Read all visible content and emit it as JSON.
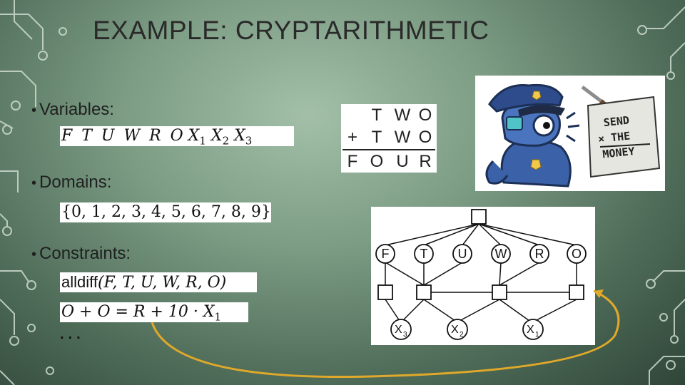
{
  "slide": {
    "title": "EXAMPLE: CRYPTARITHMETIC",
    "bullets": {
      "variables": "Variables:",
      "domains": "Domains:",
      "constraints": "Constraints:"
    },
    "variables_math": {
      "letters": "F T U W R O",
      "x1": "X",
      "x1_sub": "1",
      "x2": "X",
      "x2_sub": "2",
      "x3": "X",
      "x3_sub": "3"
    },
    "domains_math": "{0, 1, 2, 3, 4, 5, 6, 7, 8, 9}",
    "constraints_math": {
      "alldiff_fn": "alldiff",
      "alldiff_args": "(F, T, U, W, R, O)",
      "equation_main": "O + O = R + 10 · X",
      "equation_sub": "1",
      "ellipsis": "..."
    }
  },
  "puzzle": {
    "row1": [
      "",
      "T",
      "W",
      "O"
    ],
    "row2": [
      "+",
      "T",
      "W",
      "O"
    ],
    "row3": [
      "F",
      "O",
      "U",
      "R"
    ]
  },
  "cartoon": {
    "sign_line1": "SEND",
    "sign_line2": "× THE",
    "sign_line3": "MONEY"
  },
  "graph": {
    "nodes": [
      "F",
      "T",
      "U",
      "W",
      "R",
      "O"
    ],
    "carry_nodes": [
      {
        "label": "X",
        "sub": "3"
      },
      {
        "label": "X",
        "sub": "2"
      },
      {
        "label": "X",
        "sub": "1"
      }
    ]
  },
  "colors": {
    "arrow": "#e0a92a",
    "circuit": "#c9d9cc"
  }
}
